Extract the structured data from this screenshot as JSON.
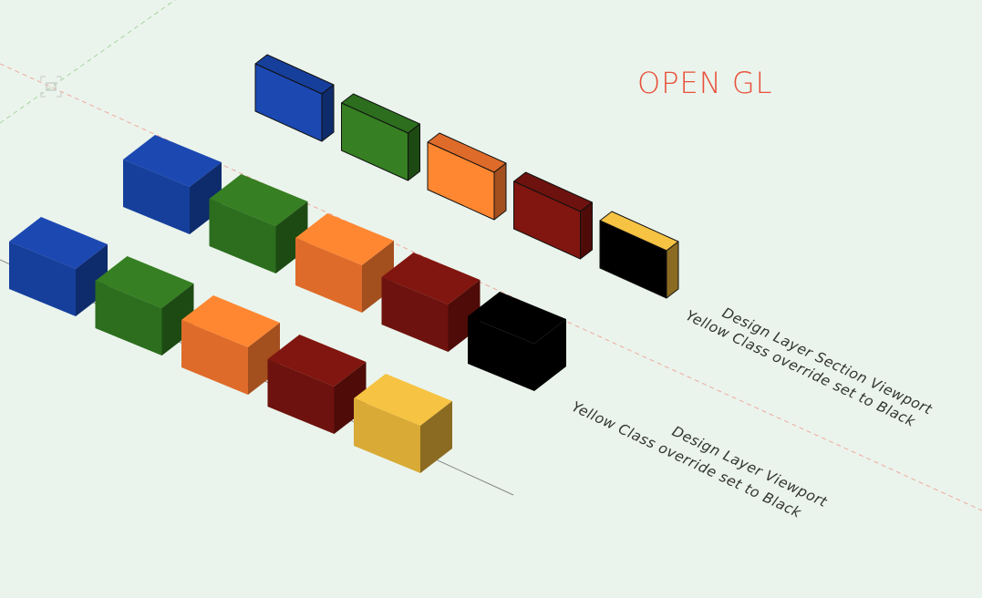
{
  "viewport": {
    "title": "OPEN GL",
    "labels": {
      "section_viewport": {
        "line1": "Design Layer Section Viewport",
        "line2": "Yellow Class override set to Black"
      },
      "layer_viewport": {
        "line1": "Design Layer Viewport",
        "line2": "Yellow Class override set to Black"
      }
    },
    "colors": {
      "background": "#eaf4ec",
      "title": "#e8503a",
      "blue": [
        "#1c48b2",
        "#163f9c",
        "#0e2b6c"
      ],
      "green": [
        "#367f22",
        "#2c6e1e",
        "#1d4a13"
      ],
      "orange": [
        "#ff8732",
        "#df6b2a",
        "#a44f1e"
      ],
      "red": [
        "#80160f",
        "#6d120e",
        "#4e0b08"
      ],
      "yellow": [
        "#f6c343",
        "#d9aa36",
        "#8b6b22"
      ],
      "black": [
        "#000000",
        "#000000",
        "#000000"
      ]
    },
    "rows": [
      {
        "name": "section-viewport-flat-row",
        "boxes": [
          "blue",
          "green",
          "orange",
          "red",
          "yellow-black"
        ]
      },
      {
        "name": "section-viewport-row",
        "boxes": [
          "blue",
          "green",
          "orange",
          "red",
          "black"
        ]
      },
      {
        "name": "layer-viewport-row",
        "boxes": [
          "blue",
          "green",
          "orange",
          "red",
          "yellow"
        ]
      }
    ]
  }
}
